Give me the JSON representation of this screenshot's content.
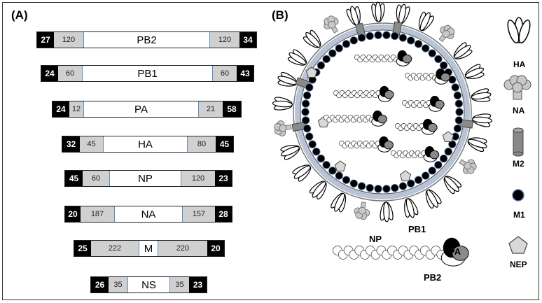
{
  "panels": {
    "a_label": "(A)",
    "b_label": "(B)"
  },
  "segments": [
    {
      "name": "PB2",
      "left_end": "27",
      "left_utr": "120",
      "right_utr": "120",
      "right_end": "34"
    },
    {
      "name": "PB1",
      "left_end": "24",
      "left_utr": "60",
      "right_utr": "60",
      "right_end": "43"
    },
    {
      "name": "PA",
      "left_end": "24",
      "left_utr": "12",
      "right_utr": "21",
      "right_end": "58"
    },
    {
      "name": "HA",
      "left_end": "32",
      "left_utr": "45",
      "right_utr": "80",
      "right_end": "45"
    },
    {
      "name": "NP",
      "left_end": "45",
      "left_utr": "60",
      "right_utr": "120",
      "right_end": "23"
    },
    {
      "name": "NA",
      "left_end": "20",
      "left_utr": "187",
      "right_utr": "157",
      "right_end": "28"
    },
    {
      "name": "M",
      "left_end": "25",
      "left_utr": "222",
      "right_utr": "220",
      "right_end": "20"
    },
    {
      "name": "NS",
      "left_end": "26",
      "left_utr": "35",
      "right_utr": "35",
      "right_end": "23"
    }
  ],
  "legend": {
    "ha": "HA",
    "na": "NA",
    "m2": "M2",
    "m1": "M1",
    "nep": "NEP"
  },
  "rnp_labels": {
    "np": "NP",
    "pb1": "PB1",
    "pa": "PA",
    "pb2": "PB2"
  },
  "colors": {
    "end_block": "#000000",
    "utr": "#d0d0d0",
    "membrane": "#b9c3d6",
    "m1": "#000000",
    "pb2": "#ffffff",
    "pa": "#8a8a8a",
    "pb1": "#000000"
  }
}
